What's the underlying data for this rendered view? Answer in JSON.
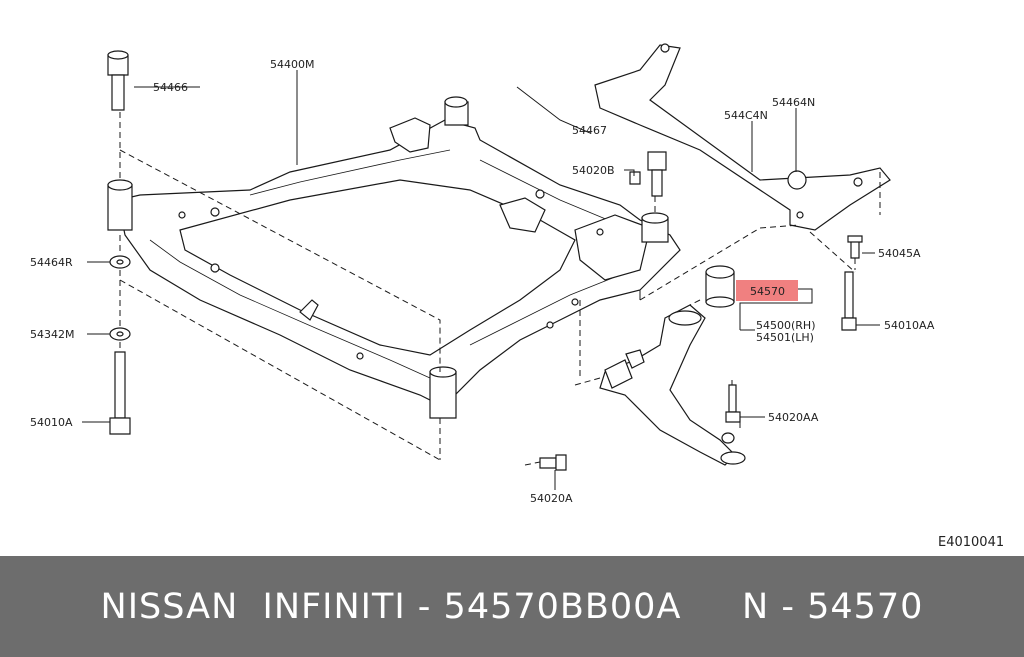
{
  "diagram": {
    "ref_code": "E4010041",
    "highlight_color": "#f08080",
    "labels": {
      "l54400M": "54400M",
      "l54466": "54466",
      "l54467": "54467",
      "l54464N": "54464N",
      "l544C4N": "544C4N",
      "l54020B": "54020B",
      "l54464R": "54464R",
      "l54045A": "54045A",
      "l54570": "54570",
      "l54010AA": "54010AA",
      "l54500": "54500(RH)",
      "l54501": "54501(LH)",
      "l54342M": "54342M",
      "l54010A": "54010A",
      "l54020AA": "54020AA",
      "l54020A": "54020A"
    }
  },
  "footer": {
    "title": "NISSAN  INFINITI - 54570BB00A     N - 54570",
    "background": "#6d6d6d"
  }
}
